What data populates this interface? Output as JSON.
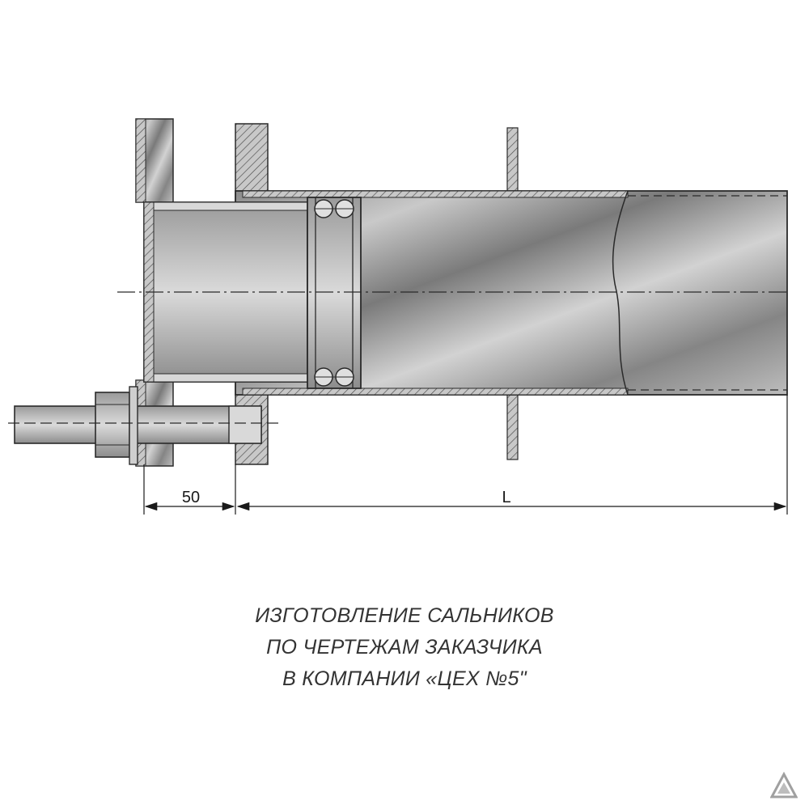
{
  "dimensions": {
    "gap_value": "50",
    "length_value": "L"
  },
  "caption": {
    "line1": "ИЗГОТОВЛЕНИЕ САЛЬНИКОВ",
    "line2": "ПО ЧЕРТЕЖАМ ЗАКАЗЧИКА",
    "line3": "В КОМПАНИИ «ЦЕХ №5\""
  },
  "colors": {
    "steel_dark": "#6e6e6e",
    "steel_light": "#d4d4d4",
    "line": "#2a2a2a",
    "caption_text": "#333333"
  }
}
